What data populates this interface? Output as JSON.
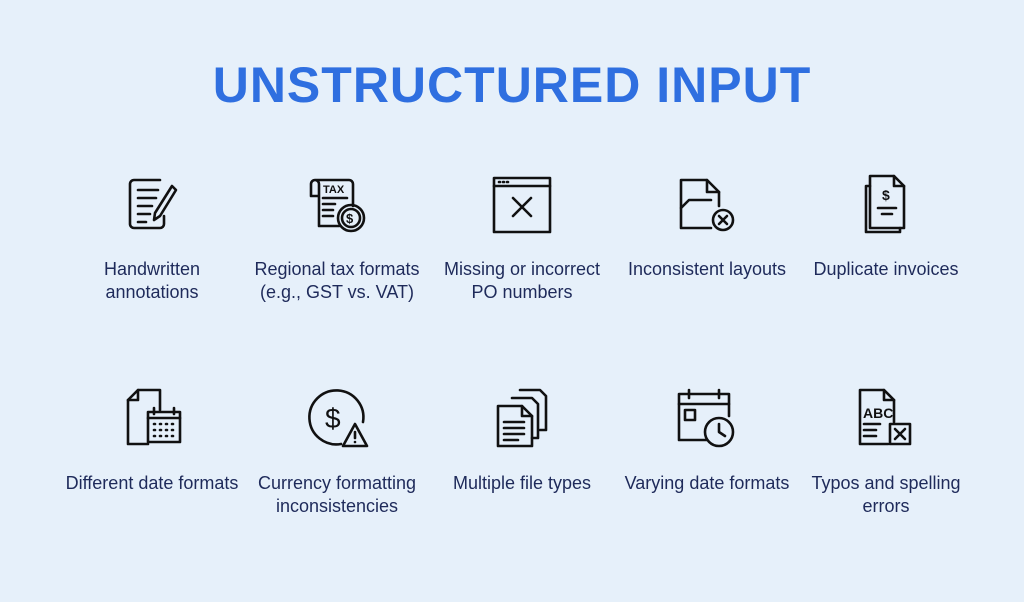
{
  "title": "UNSTRUCTURED INPUT",
  "items": [
    {
      "icon": "document-pencil-icon",
      "label": "Handwritten annotations"
    },
    {
      "icon": "tax-document-icon",
      "label": "Regional tax formats (e.g., GST vs. VAT)",
      "icon_text": "TAX"
    },
    {
      "icon": "window-x-icon",
      "label": "Missing or incorrect PO numbers"
    },
    {
      "icon": "folder-x-icon",
      "label": "Inconsistent layouts"
    },
    {
      "icon": "duplicate-invoice-icon",
      "label": "Duplicate invoices"
    },
    {
      "icon": "document-calendar-icon",
      "label": "Different date formats"
    },
    {
      "icon": "currency-warning-icon",
      "label": "Currency formatting inconsistencies"
    },
    {
      "icon": "multiple-files-icon",
      "label": "Multiple file types"
    },
    {
      "icon": "calendar-clock-icon",
      "label": "Varying date formats"
    },
    {
      "icon": "spelling-error-icon",
      "label": "Typos and spelling errors",
      "icon_text": "ABC"
    }
  ]
}
